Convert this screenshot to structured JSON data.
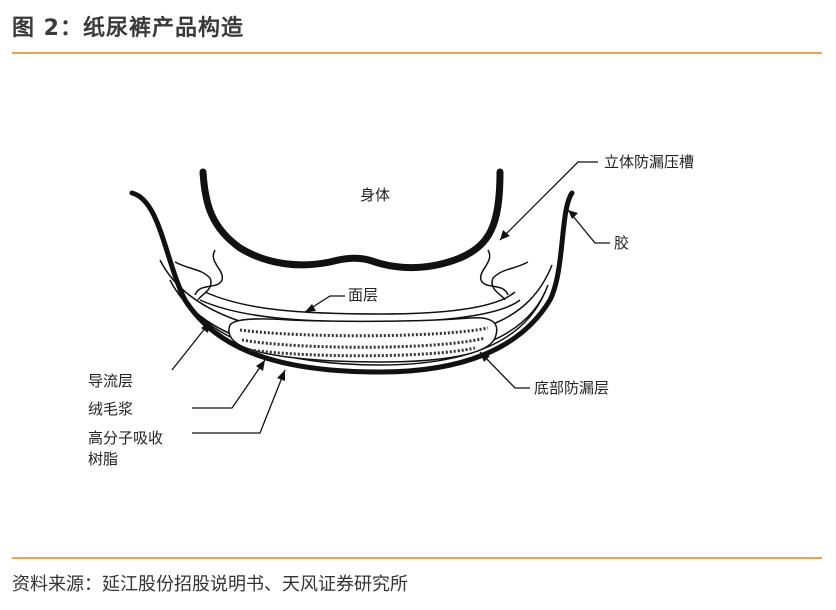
{
  "title": "图 2：纸尿裤产品构造",
  "source": "资料来源：延江股份招股说明书、天风证券研究所",
  "labels": {
    "body": "身体",
    "standing_cuff": "立体防漏压槽",
    "elastic": "胶",
    "top_sheet": "面层",
    "acquisition_layer": "导流层",
    "fluff_pulp": "绒毛浆",
    "sap_line1": "高分子吸收",
    "sap_line2": "树脂",
    "back_sheet": "底部防漏层"
  },
  "colors": {
    "accent_rule": "#e8a54b"
  }
}
